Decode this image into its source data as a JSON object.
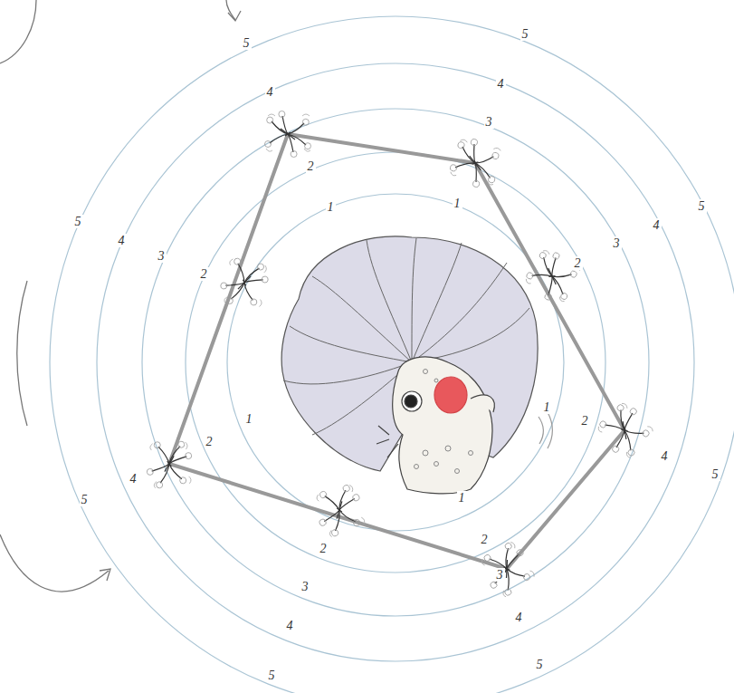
{
  "diagram": {
    "labels": [
      "5",
      "5",
      "4",
      "4",
      "3",
      "2",
      "1",
      "1",
      "5",
      "4",
      "3",
      "2",
      "5",
      "4",
      "3",
      "2",
      "1",
      "2",
      "4",
      "5",
      "1",
      "2",
      "4",
      "5",
      "1",
      "2",
      "2",
      "3",
      "3",
      "4",
      "4",
      "5",
      "5"
    ]
  }
}
